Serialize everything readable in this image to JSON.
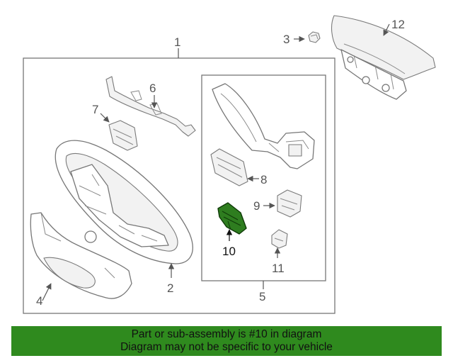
{
  "diagram": {
    "callouts": {
      "c1": "1",
      "c2": "2",
      "c3": "3",
      "c4": "4",
      "c5": "5",
      "c6": "6",
      "c7": "7",
      "c8": "8",
      "c9": "9",
      "c10": "10",
      "c11": "11",
      "c12": "12"
    },
    "highlight_color": "#2e7d1f"
  },
  "banner": {
    "line1": "Part or sub-assembly is #10 in diagram",
    "line2": "Diagram may not be specific to your vehicle",
    "background": "#2f8a1e"
  }
}
